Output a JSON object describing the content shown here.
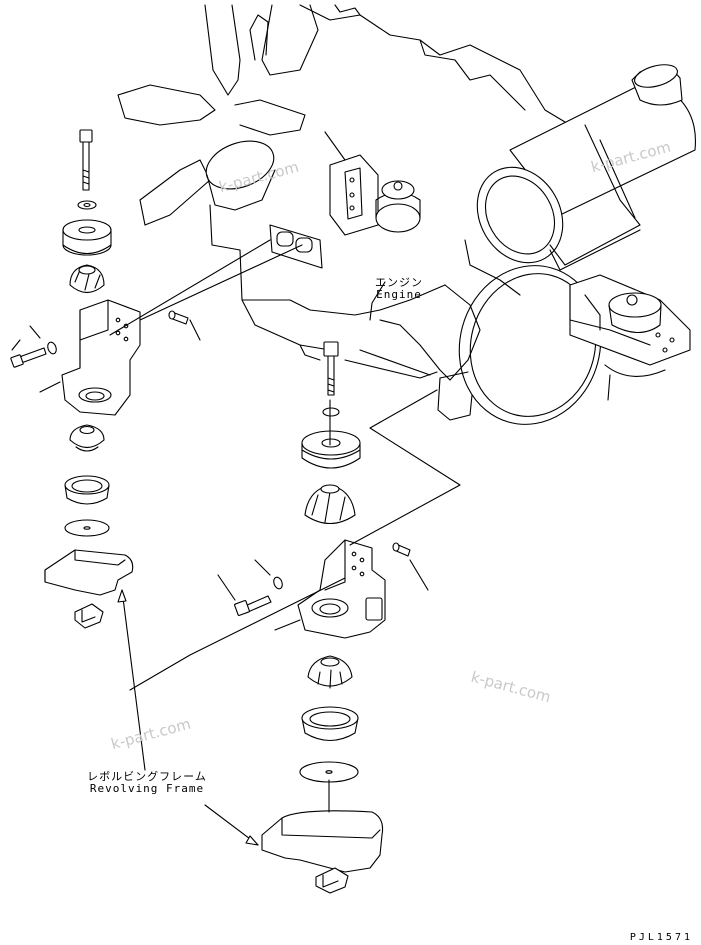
{
  "labels": {
    "engine_jp": "エンジン",
    "engine_en": "Engine",
    "frame_jp": "レボルビングフレーム",
    "frame_en": "Revolving Frame"
  },
  "watermarks": [
    "k-part.com",
    "k-part.com",
    "k-part.com",
    "k-part.com"
  ],
  "drawing_code": "PJL1571"
}
